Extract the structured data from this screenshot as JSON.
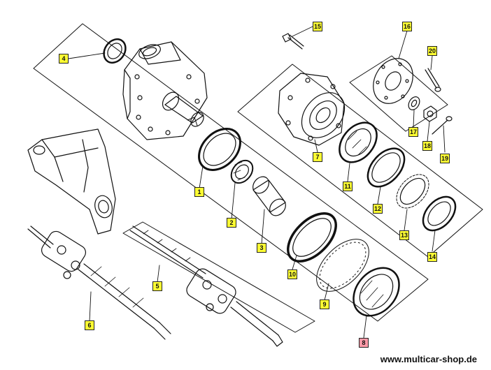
{
  "callouts": [
    {
      "id": "1",
      "label": "1"
    },
    {
      "id": "2",
      "label": "2"
    },
    {
      "id": "3",
      "label": "3"
    },
    {
      "id": "4",
      "label": "4"
    },
    {
      "id": "5",
      "label": "5"
    },
    {
      "id": "6",
      "label": "6"
    },
    {
      "id": "7",
      "label": "7"
    },
    {
      "id": "8",
      "label": "8"
    },
    {
      "id": "9",
      "label": "9"
    },
    {
      "id": "10",
      "label": "10"
    },
    {
      "id": "11",
      "label": "11"
    },
    {
      "id": "12",
      "label": "12"
    },
    {
      "id": "13",
      "label": "13"
    },
    {
      "id": "14",
      "label": "14"
    },
    {
      "id": "15",
      "label": "15"
    },
    {
      "id": "16",
      "label": "16"
    },
    {
      "id": "17",
      "label": "17"
    },
    {
      "id": "18",
      "label": "18"
    },
    {
      "id": "19",
      "label": "19"
    },
    {
      "id": "20",
      "label": "20"
    }
  ],
  "watermark": "www.multicar-shop.de",
  "colors": {
    "callout_fill": "#ffff33",
    "callout_highlight_fill": "#ff9aa8",
    "line": "#111111"
  },
  "highlighted_callout": "8"
}
